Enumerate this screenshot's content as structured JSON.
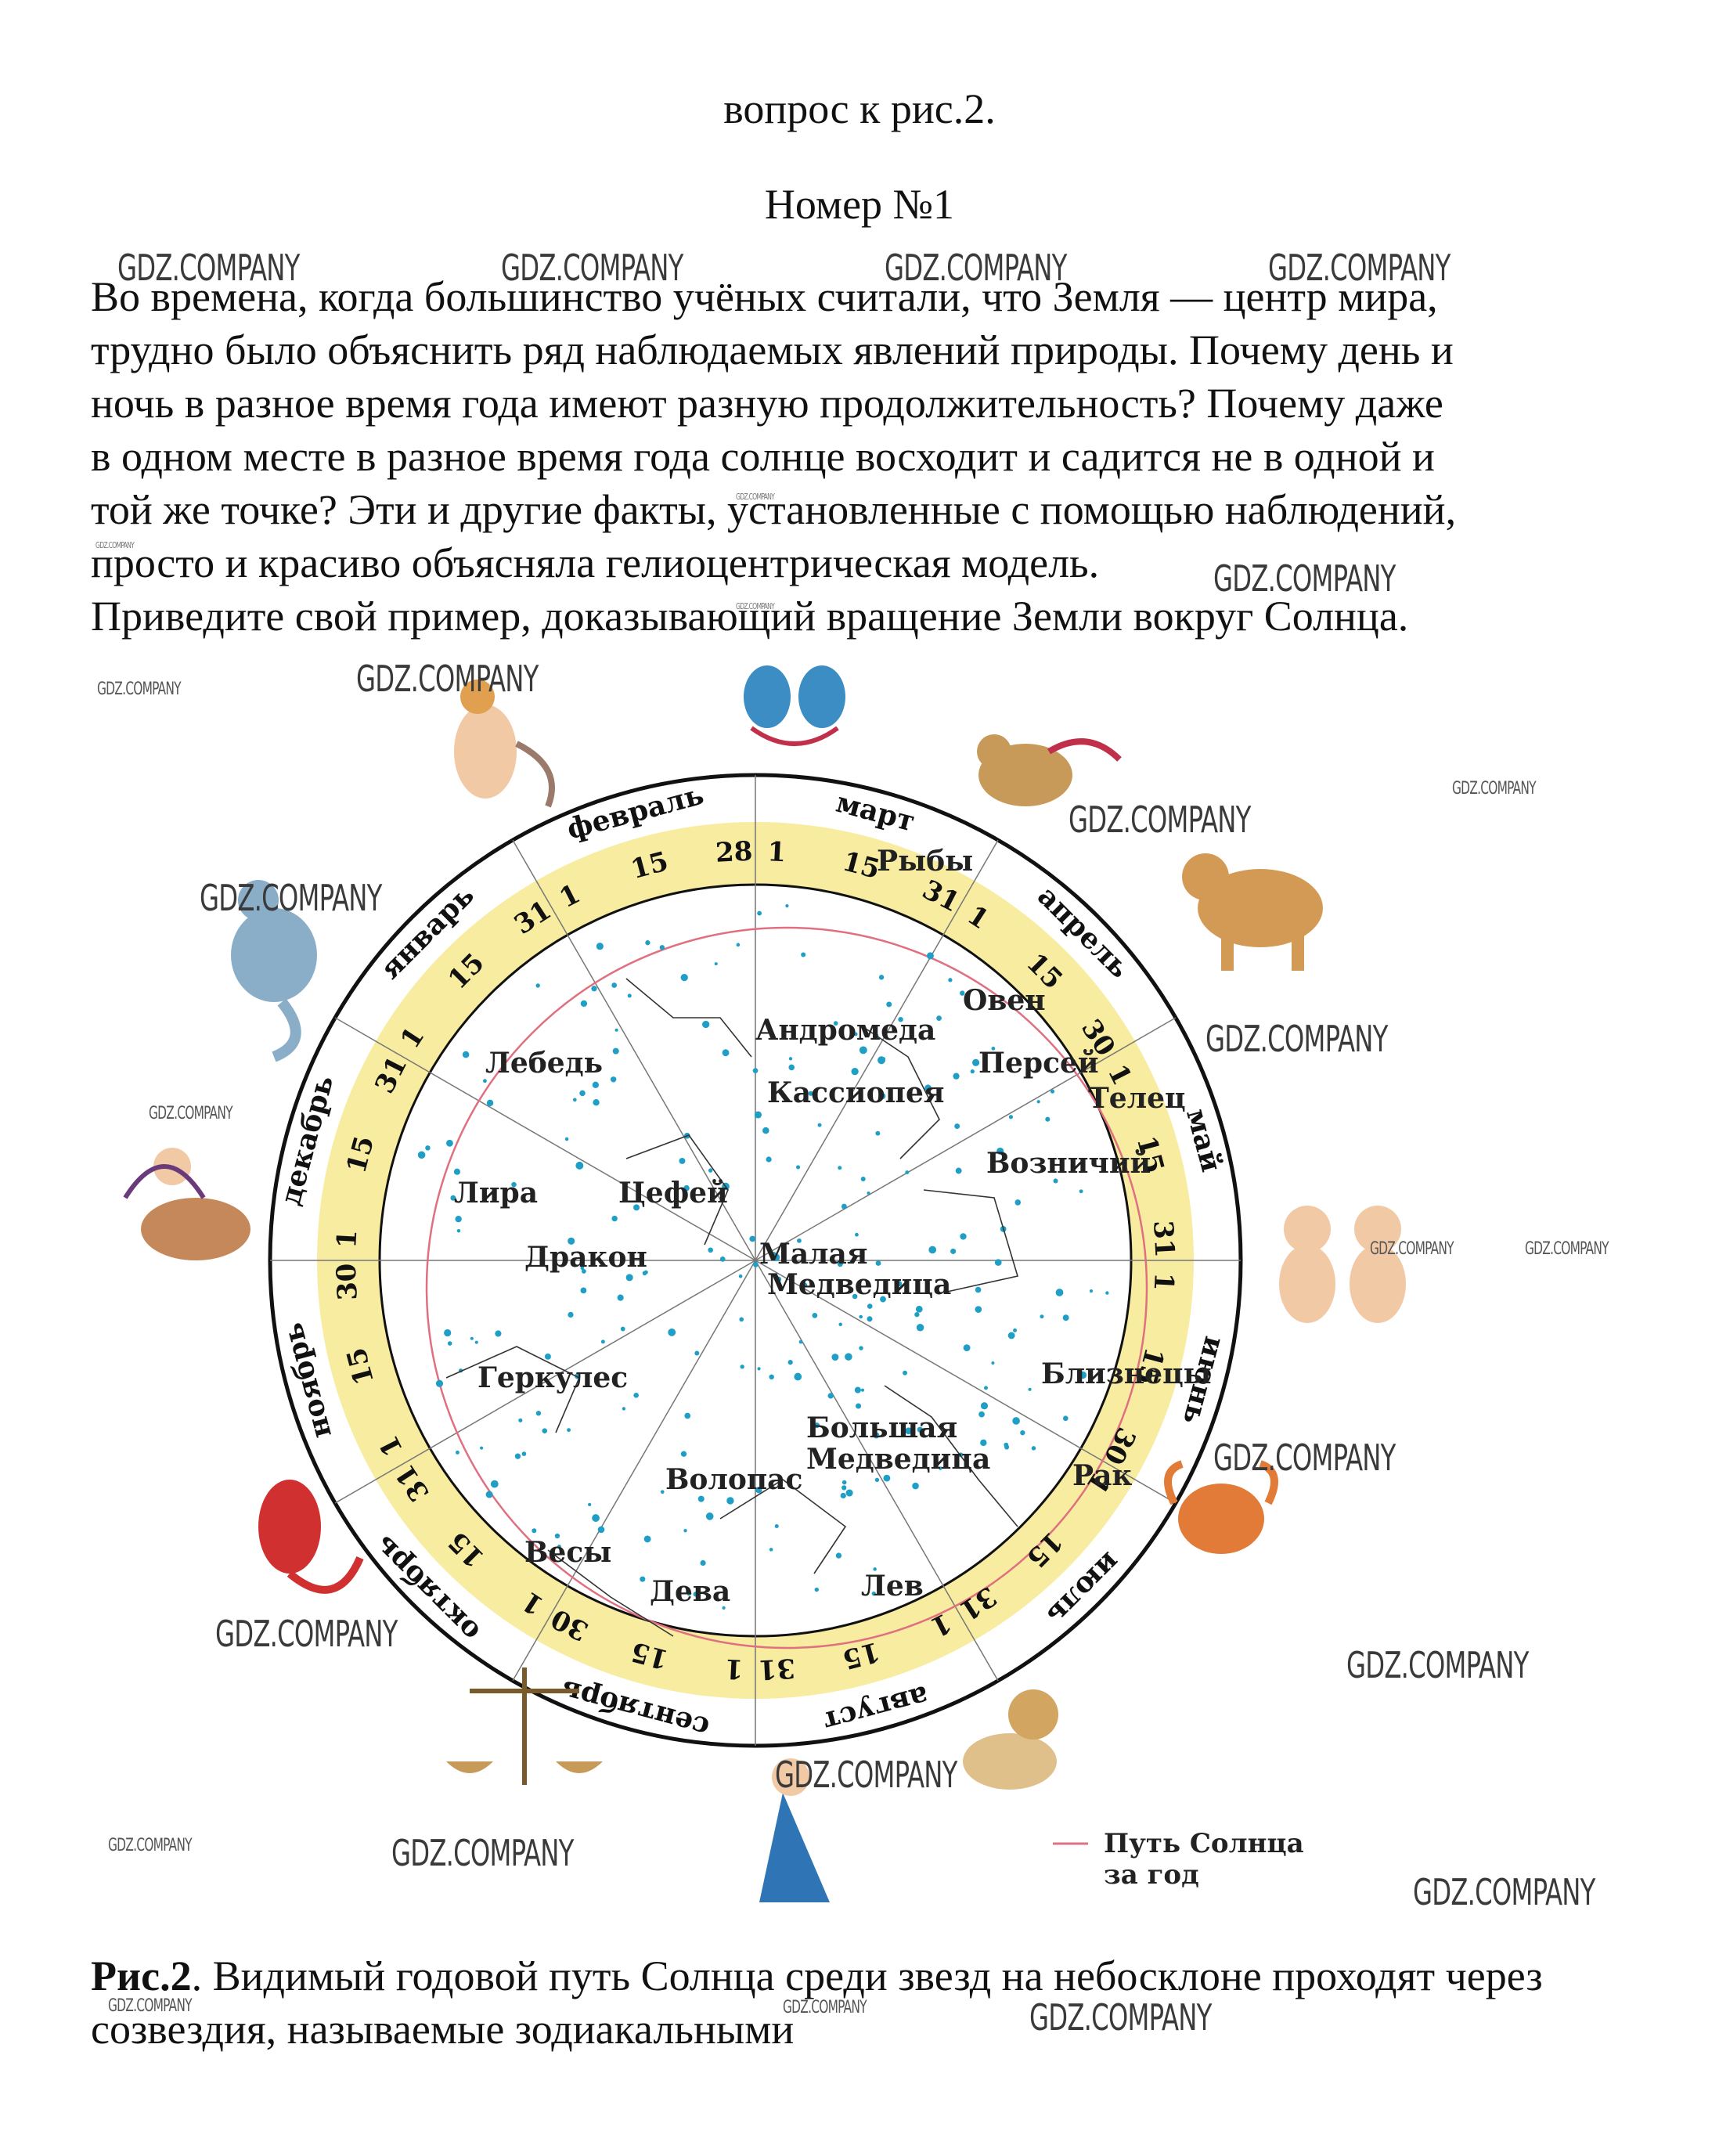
{
  "title": "вопрос к рис.2.",
  "number": "Номер №1",
  "question_lines": [
    "Во времена, когда большинство учёных считали, что Земля — центр мира,",
    "трудно было объяснить ряд наблюдаемых явлений природы. Почему день и",
    "ночь в разное время года имеют разную продолжительность? Почему даже",
    "в одном месте в разное время года солнце восходит и садится не в одной и",
    "той же точке? Эти и другие факты, установленные с помощью наблюдений,",
    "просто и красиво объясняла гелиоцентрическая модель.",
    "Приведите свой пример, доказывающий вращение Земли вокруг Солнца."
  ],
  "figure": {
    "months": [
      {
        "name": "март",
        "d1": "1",
        "d15": "15",
        "dend": "31"
      },
      {
        "name": "апрель",
        "d1": "1",
        "d15": "15",
        "dend": "30"
      },
      {
        "name": "май",
        "d1": "1",
        "d15": "15",
        "dend": "31"
      },
      {
        "name": "июнь",
        "d1": "1",
        "d15": "15",
        "dend": "30"
      },
      {
        "name": "июль",
        "d1": "1",
        "d15": "15",
        "dend": "31"
      },
      {
        "name": "август",
        "d1": "1",
        "d15": "15",
        "dend": "31"
      },
      {
        "name": "сентябрь",
        "d1": "1",
        "d15": "15",
        "dend": "30"
      },
      {
        "name": "октябрь",
        "d1": "1",
        "d15": "15",
        "dend": "31"
      },
      {
        "name": "ноябрь",
        "d1": "1",
        "d15": "15",
        "dend": "30"
      },
      {
        "name": "декабрь",
        "d1": "1",
        "d15": "15",
        "dend": "31"
      },
      {
        "name": "январь",
        "d1": "1",
        "d15": "15",
        "dend": "31"
      },
      {
        "name": "февраль",
        "d1": "1",
        "d15": "15",
        "dend": "28"
      }
    ],
    "constellations": [
      "Рыбы",
      "Овен",
      "Андромеда",
      "Персей",
      "Лебедь",
      "Кассиопея",
      "Телец",
      "Возничий",
      "Лира",
      "Цефей",
      "Малая",
      "Медведица",
      "Дракон",
      "Геркулес",
      "Большая",
      "Медведица",
      "Близнецы",
      "Рак",
      "Волопас",
      "Весы",
      "Дева",
      "Лев"
    ],
    "legend": [
      "Путь Солнца",
      "за год"
    ],
    "colors": {
      "ring": "#f7eca0",
      "sun_path": "#e07080",
      "stars": "#1f9fc6",
      "lines": "#333333"
    }
  },
  "caption": {
    "bold": "Рис.2",
    "text": ". Видимый годовой путь Солнца среди звезд на небосклоне проходят через созвездия, называемые зодиакальными"
  },
  "watermark": "GDZ.COMPANY"
}
